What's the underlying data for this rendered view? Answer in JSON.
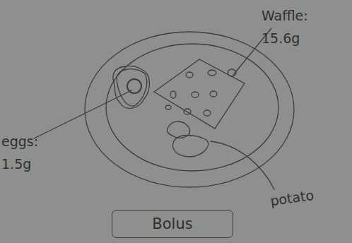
{
  "diagram": {
    "nodes": [
      {
        "text": [
          "Bolus"
        ]
      }
    ],
    "labels": [
      "Waffle: 15.6g",
      "eggs: 1.5g",
      "potato"
    ]
  }
}
